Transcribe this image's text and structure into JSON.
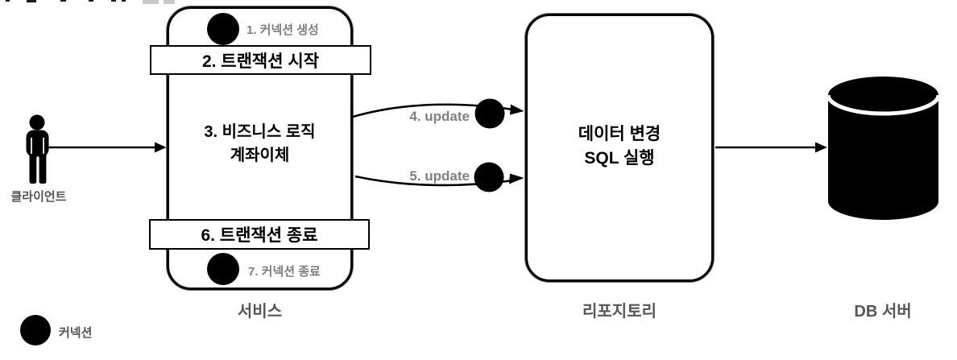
{
  "colors": {
    "ink": "#000000",
    "step_note_gray": "#7f7f7f",
    "node_label_gray": "#555555",
    "background": "#ffffff"
  },
  "client": {
    "label": "클라이언트"
  },
  "service": {
    "label": "서비스",
    "step1": "1. 커넥션 생성",
    "step2": "2. 트랜잭션 시작",
    "step3_line1": "3. 비즈니스 로직",
    "step3_line2": "계좌이체",
    "step6": "6. 트랜잭션 종료",
    "step7": "7. 커넥션 종료"
  },
  "calls": {
    "step4": "4. update",
    "step5": "5. update"
  },
  "repository": {
    "label": "리포지토리",
    "line1": "데이터 변경",
    "line2": "SQL 실행"
  },
  "db": {
    "label": "DB 서버"
  },
  "legend": {
    "label": "커넥션"
  }
}
